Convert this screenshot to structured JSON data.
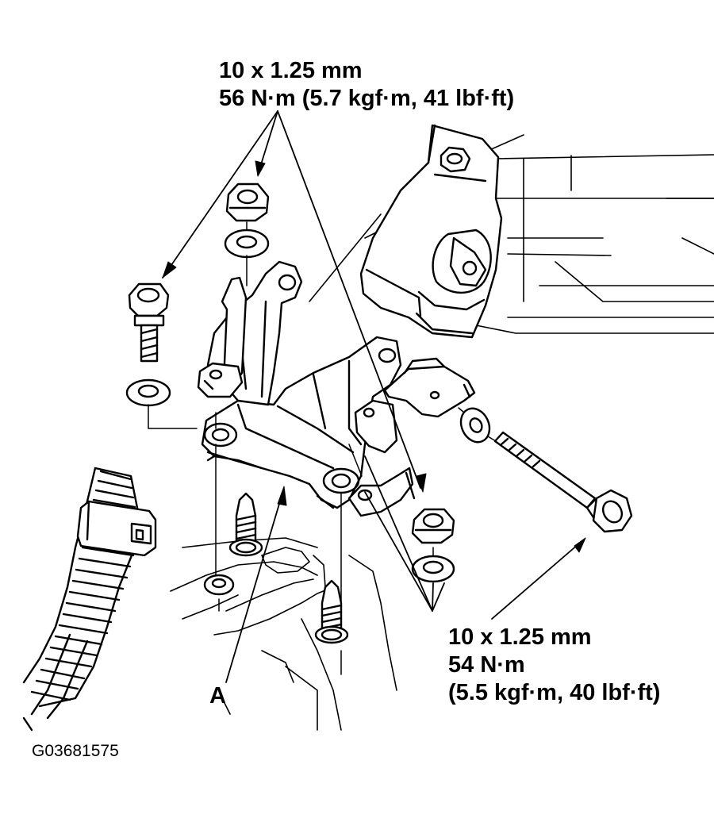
{
  "callouts": {
    "upper_fastener": {
      "size": "10 x 1.25 mm",
      "torque": "56 N·m (5.7 kgf·m, 41 lbf·ft)"
    },
    "through_bolt": {
      "size": "10 x 1.25 mm",
      "torque": "54 N·m",
      "torque_alt": "(5.5 kgf·m, 40 lbf·ft)"
    },
    "part_label": "A"
  },
  "figure_code": "G03681575",
  "colors": {
    "ink": "#000000",
    "paper": "#ffffff"
  }
}
